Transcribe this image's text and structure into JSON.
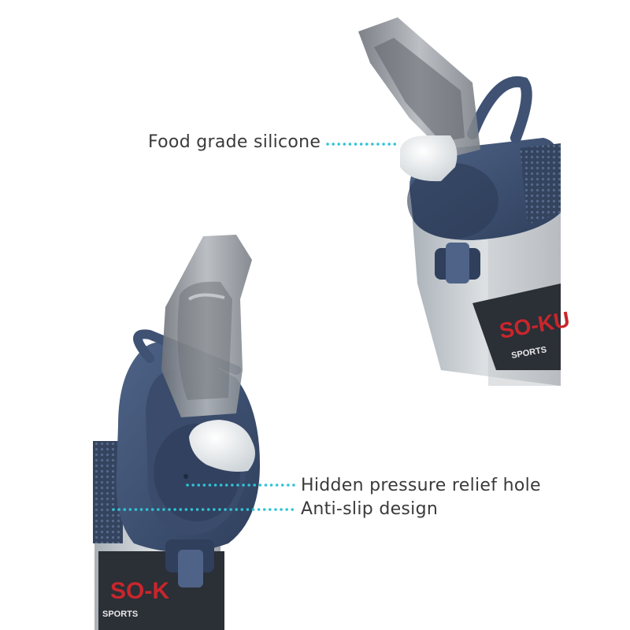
{
  "annotations": {
    "food_grade": "Food grade silicone",
    "pressure_hole": "Hidden pressure relief hole",
    "anti_slip": "Anti-slip design"
  },
  "brand": {
    "logo_text": "SO-KU",
    "logo_sub": "SPORTS"
  },
  "colors": {
    "cap_navy": "#3f5273",
    "lid_smoke": "#8f9399",
    "silicone": "#e8ecee",
    "dot_cyan": "#2ec4d6",
    "logo_red": "#c8262c"
  }
}
